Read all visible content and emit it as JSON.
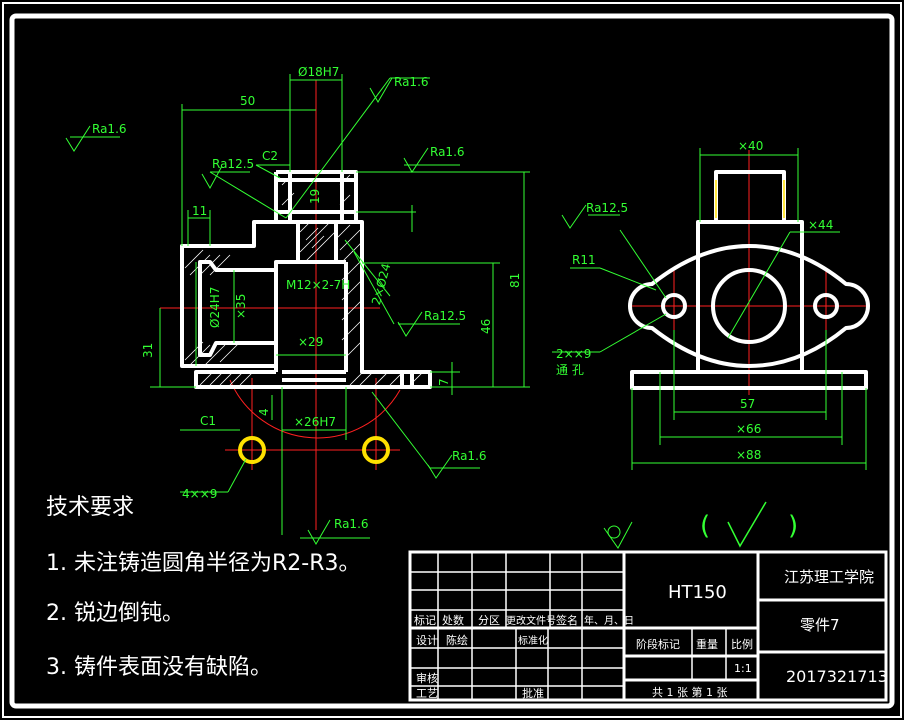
{
  "colors": {
    "background": "#000000",
    "outline": "#ffffff",
    "dimension": "#33ff33",
    "center": "#ff2020",
    "accent": "#ffe000"
  },
  "front_view": {
    "dim_top": "Ø18H7",
    "dim_50": "50",
    "dim_c2": "C2",
    "dim_19": "19",
    "dim_11": "11",
    "dim_m12": "M12×2-7H",
    "dim_2xd24": "2×Ø24",
    "dim_d24h7": "Ø24H7",
    "dim_d35": "×35",
    "dim_d29": "×29",
    "dim_31": "31",
    "dim_46": "46",
    "dim_81": "81",
    "dim_7": "7",
    "dim_c1": "C1",
    "dim_4": "4",
    "dim_d26h7": "×26H7",
    "dim_4xd9": "4××9",
    "ra_top": "Ra1.6",
    "ra_left": "Ra1.6",
    "ra_125_a": "Ra12.5",
    "ra_right_top": "Ra1.6",
    "ra_125_b": "Ra12.5",
    "ra_bottom": "Ra1.6",
    "ra_bottom2": "Ra1.6"
  },
  "side_view": {
    "dim_d40": "×40",
    "ra_125": "Ra12.5",
    "dim_r11": "R11",
    "dim_d44": "×44",
    "dim_2xd9": "2××9",
    "through_hole": "通 孔",
    "dim_57": "57",
    "dim_d66": "×66",
    "dim_d88": "×88"
  },
  "roughness_note": {
    "open": "(",
    "close": ")"
  },
  "tech_requirements": {
    "title": "技术要求",
    "items": [
      "1. 未注铸造圆角半径为R2-R3。",
      "2. 锐边倒钝。",
      "3. 铸件表面没有缺陷。"
    ]
  },
  "title_block": {
    "material": "HT150",
    "school": "江苏理工学院",
    "part_name": "零件7",
    "drawing_no": "2017321713",
    "row_labels": [
      "标记",
      "处数",
      "分区",
      "更改文件号",
      "签名",
      "年、月、日"
    ],
    "designer": "设计",
    "standardize": "标准化",
    "stage_mark": "阶段标记",
    "weight": "重量",
    "scale": "比例",
    "scale_value": "1:1",
    "review": "审核",
    "process": "工艺",
    "approve": "批准",
    "sheet_info": "共 1 张 第 1 张",
    "draft_mark": "陈绘"
  }
}
